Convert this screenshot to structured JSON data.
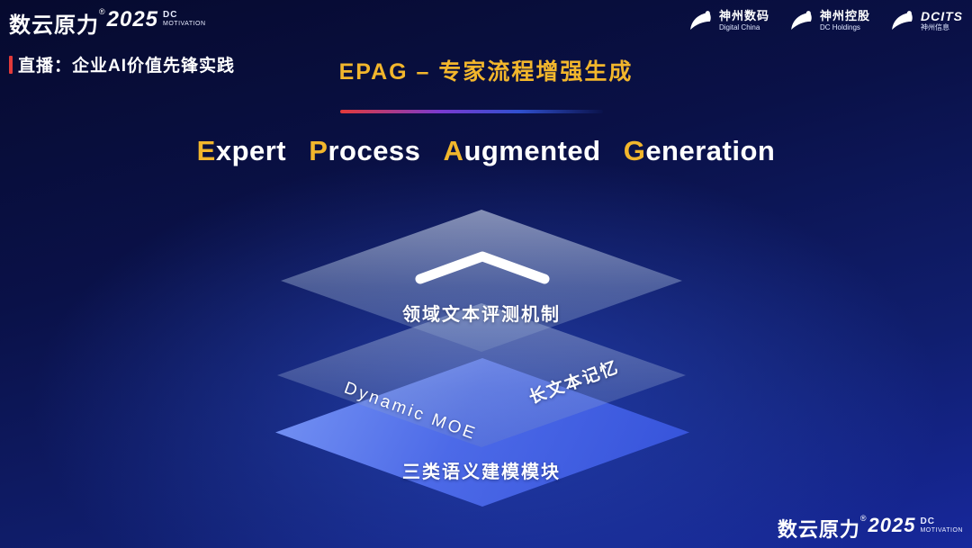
{
  "brand": {
    "logo_text": "数云原力",
    "logo_reg": "®",
    "logo_year": "2025",
    "logo_sub1": "DC",
    "logo_sub2": "MOTIVATION",
    "live_label": "直播：企业AI价值先锋实践"
  },
  "header": {
    "title": "EPAG – 专家流程增强生成",
    "subtitle_words": [
      {
        "first": "E",
        "rest": "xpert"
      },
      {
        "first": "P",
        "rest": "rocess"
      },
      {
        "first": "A",
        "rest": "ugmented"
      },
      {
        "first": "G",
        "rest": "eneration"
      }
    ]
  },
  "partner_logos": [
    {
      "line1": "神州数码",
      "line2": "Digital China"
    },
    {
      "line1": "神州控股",
      "line2": "DC Holdings"
    },
    {
      "line1": "DCITS",
      "line2": "神州信息"
    }
  ],
  "diagram": {
    "layers": [
      {
        "label": "领域文本评测机制"
      },
      {
        "label_left": "Dynamic  MOE",
        "label_right": "长文本记忆"
      },
      {
        "label": "三类语义建模模块"
      }
    ]
  },
  "colors": {
    "gold": "#f2b62c",
    "accent_red": "#e23a3a",
    "accent_blue": "#4f6ff0"
  }
}
